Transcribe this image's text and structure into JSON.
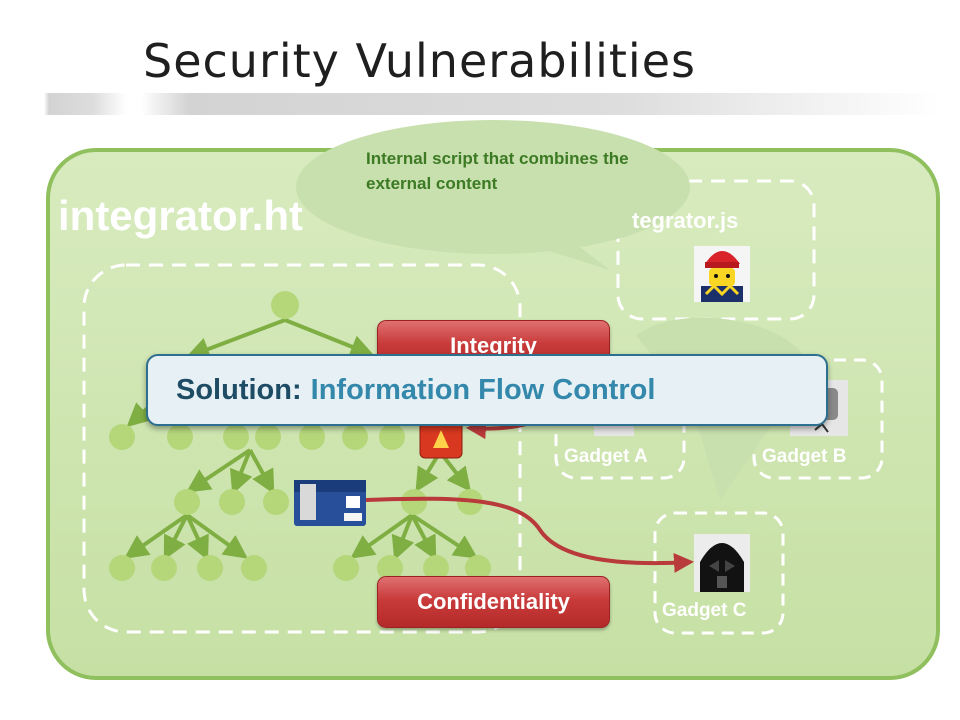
{
  "slide": {
    "title": "Security Vulnerabilities",
    "page_label": "integrator.ht",
    "script_label": "tegrator.js",
    "callout": "Internal script that combines the external content",
    "integrity_label": "Integrity",
    "confidentiality_label": "Confidentiality",
    "solution_prefix": "Solution:",
    "solution_text": "Information Flow Control"
  },
  "gadgets": [
    {
      "label": "Gadget A"
    },
    {
      "label": "Gadget B"
    },
    {
      "label": "Gadget C"
    }
  ],
  "icons": {
    "integrator": "lego-construction-worker-icon",
    "gadget_a": "robot-figure-icon",
    "gadget_b": "robot-figure-icon",
    "gadget_c": "darth-vader-icon",
    "secret": "credit-card-icon",
    "corrupted": "broken-node-icon"
  },
  "colors": {
    "container_fill": "#cfe5b1",
    "container_stroke": "#8fc05d",
    "node": "#b5d77a",
    "edge": "#7fae43",
    "flow_arrow": "#b83a3a",
    "pill": "#c93b3b",
    "solution_border": "#2d6f8e",
    "solution_text": "#3488ab"
  }
}
